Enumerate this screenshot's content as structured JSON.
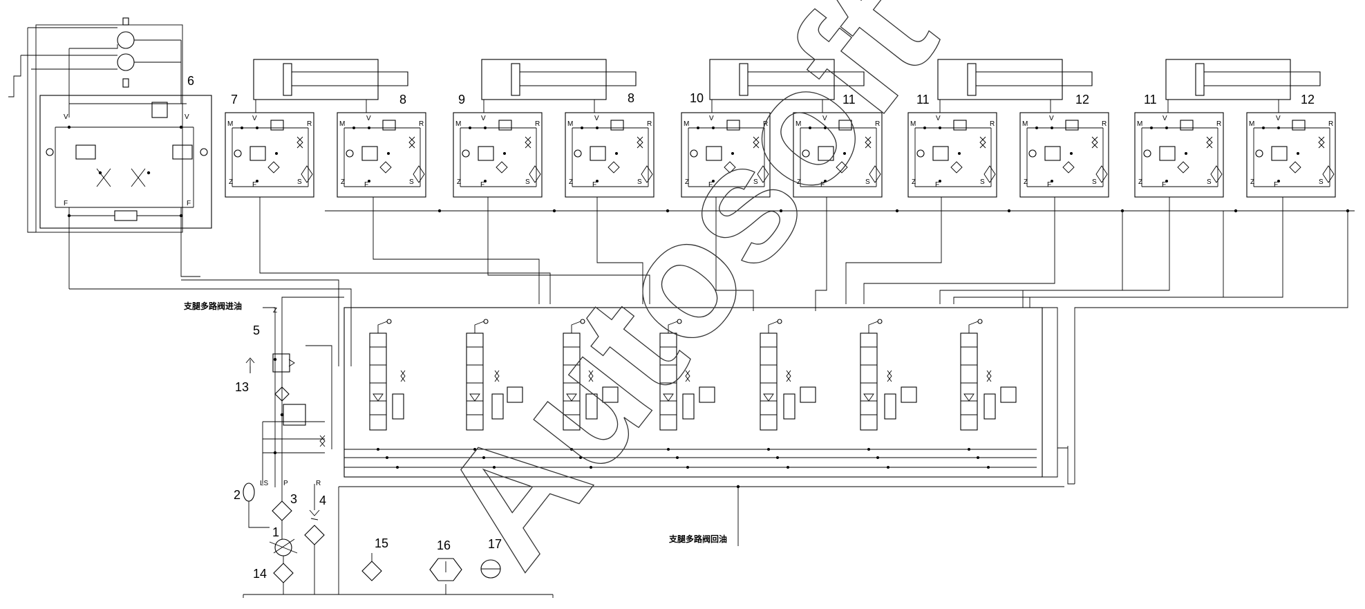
{
  "labels": {
    "inlet_title": "支腿多路阀进油",
    "return_title": "支腿多路阀回油",
    "watermark": "Autosoft"
  },
  "callouts": {
    "c1": "1",
    "c2": "2",
    "c3": "3",
    "c4": "4",
    "c5": "5",
    "c6": "6",
    "c7": "7",
    "c8a": "8",
    "c9": "9",
    "c8b": "8",
    "c10": "10",
    "c11a": "11",
    "c11b": "11",
    "c12a": "12",
    "c11c": "11",
    "c12b": "12",
    "c13": "13",
    "c14": "14",
    "c15": "15",
    "c16": "16",
    "c17": "17"
  },
  "port_letters": {
    "m": "M",
    "v": "V",
    "r": "R",
    "z": "Z",
    "f": "F",
    "s": "S",
    "ls": "LS",
    "p": "P",
    "rr": "R",
    "zz": "Z"
  },
  "colors": {
    "line": "#000000",
    "background": "#ffffff"
  }
}
